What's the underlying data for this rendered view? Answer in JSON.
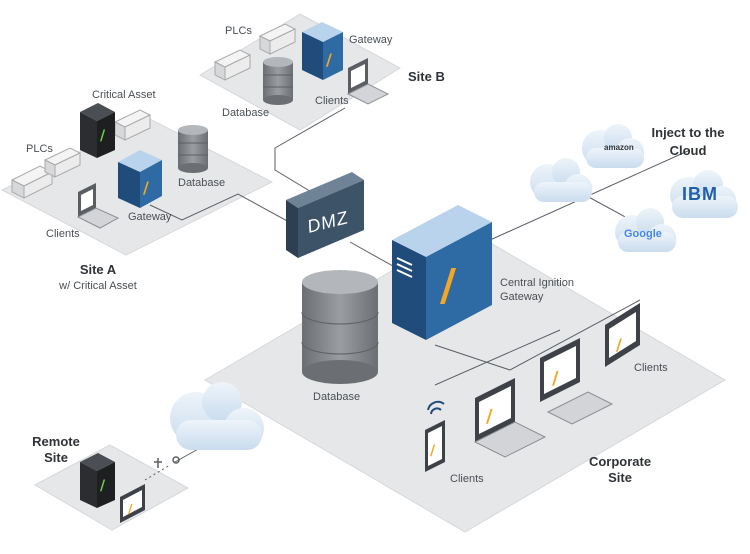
{
  "colors": {
    "platform": "#e4e5e7",
    "platform_edge": "#d3d5d8",
    "server_front": "#2e5f8f",
    "server_top": "#b9d3ec",
    "ignition_orange": "#f5a623",
    "dmz": "#3c5368",
    "database": "#7b7e82",
    "cloud": "#dbe8f4",
    "line": "#555a60"
  },
  "site_a": {
    "title": "Site A",
    "subtitle": "w/ Critical Asset",
    "labels": {
      "critical_asset": "Critical Asset",
      "plcs": "PLCs",
      "database": "Database",
      "gateway": "Gateway",
      "clients": "Clients"
    }
  },
  "site_b": {
    "title": "Site B",
    "labels": {
      "plcs": "PLCs",
      "gateway": "Gateway",
      "database": "Database",
      "clients": "Clients"
    }
  },
  "dmz": {
    "label": "DMZ"
  },
  "central": {
    "gateway_label": "Central Ignition\nGateway",
    "database_label": "Database"
  },
  "cloud_section": {
    "title": "Inject to the\nCloud",
    "providers": {
      "amazon": "amazon",
      "ibm": "IBM",
      "google": "Google"
    }
  },
  "corporate": {
    "title": "Corporate\nSite",
    "clients_label_1": "Clients",
    "clients_label_2": "Clients"
  },
  "remote": {
    "title": "Remote\nSite"
  }
}
